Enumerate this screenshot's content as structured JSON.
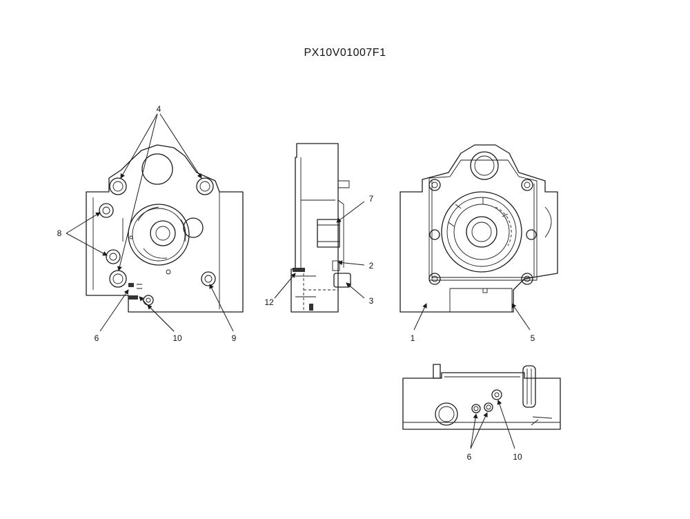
{
  "title": "PX10V01007F1",
  "callouts": {
    "c4": "4",
    "c8": "8",
    "c6a": "6",
    "c10a": "10",
    "c9": "9",
    "c7": "7",
    "c2": "2",
    "c3": "3",
    "c12": "12",
    "c1": "1",
    "c5": "5",
    "c6b": "6",
    "c10b": "10"
  }
}
